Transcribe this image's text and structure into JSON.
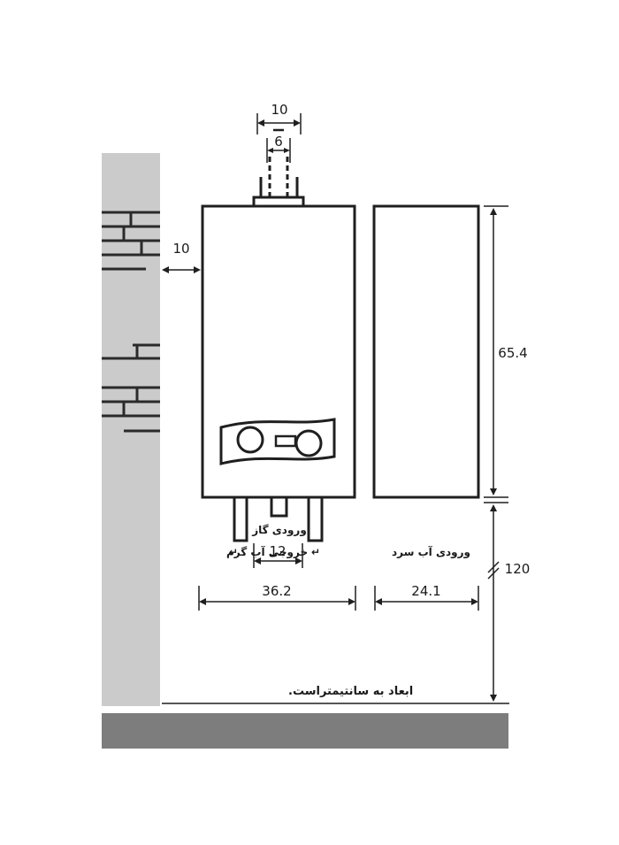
{
  "diagram": {
    "dimensions": {
      "flue_outer_width": "10",
      "flue_inner_width": "6",
      "wall_clearance": "10",
      "height": "65.4",
      "install_height": "120",
      "pipe_spacing": "12",
      "body_width": "36.2",
      "body_depth": "24.1"
    },
    "labels": {
      "gas_inlet": "ورودی گاز",
      "hot_water_outlet": "خروجی آب گرم",
      "cold_water_inlet": "ورودی آب سرد",
      "hot_arrow": "↵",
      "cold_arrow": "↵",
      "units_note": "ابعاد به سانتیمتراست."
    },
    "colors": {
      "wall": "#cbcbcb",
      "floor": "#7d7d7d",
      "line": "#1f1f1f",
      "brick_line": "#2a2a2a"
    }
  }
}
